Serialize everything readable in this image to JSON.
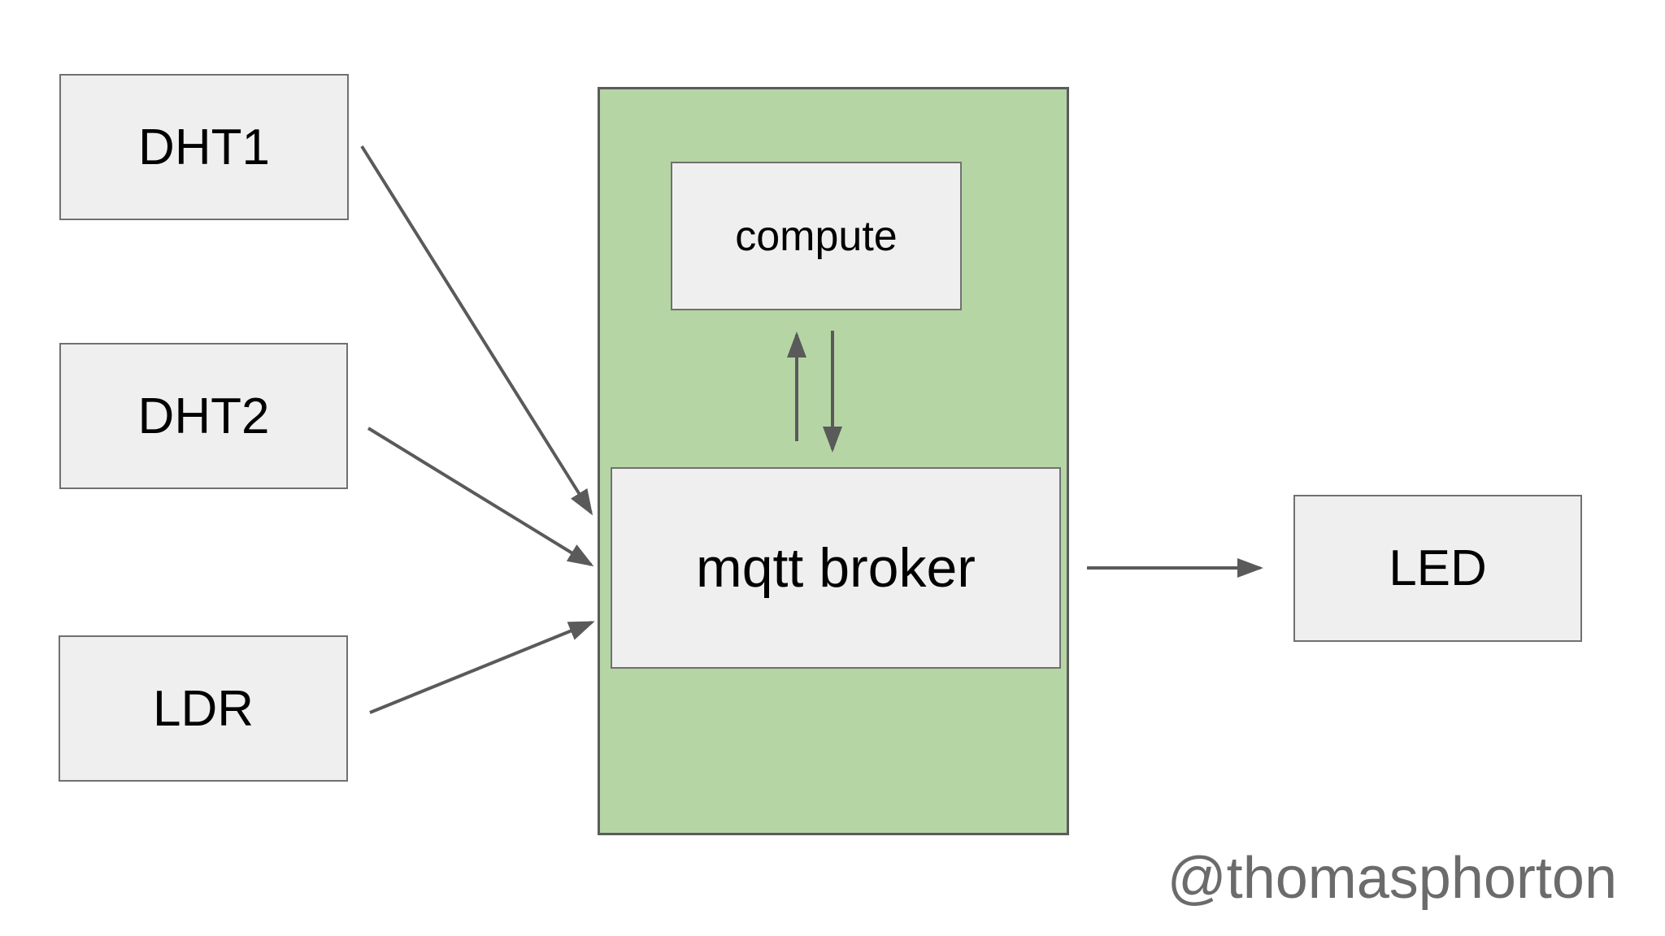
{
  "colors": {
    "background": "#ffffff",
    "node_fill": "#efefef",
    "node_border": "#707070",
    "container_fill": "#b6d5a5",
    "container_border": "#5b5b5b",
    "arrow": "#5a5a5a",
    "label_text": "#000000",
    "watermark_text": "#6b6b6b"
  },
  "nodes": {
    "dht1": {
      "label": "DHT1"
    },
    "dht2": {
      "label": "DHT2"
    },
    "ldr": {
      "label": "LDR"
    },
    "compute": {
      "label": "compute"
    },
    "mqtt_broker": {
      "label": "mqtt broker"
    },
    "led": {
      "label": "LED"
    }
  },
  "edges": [
    {
      "from": "DHT1",
      "to": "mqtt broker"
    },
    {
      "from": "DHT2",
      "to": "mqtt broker"
    },
    {
      "from": "LDR",
      "to": "mqtt broker"
    },
    {
      "from": "mqtt broker",
      "to": "compute"
    },
    {
      "from": "compute",
      "to": "mqtt broker"
    },
    {
      "from": "mqtt broker",
      "to": "LED"
    }
  ],
  "watermark": {
    "handle": "@thomasphorton"
  }
}
